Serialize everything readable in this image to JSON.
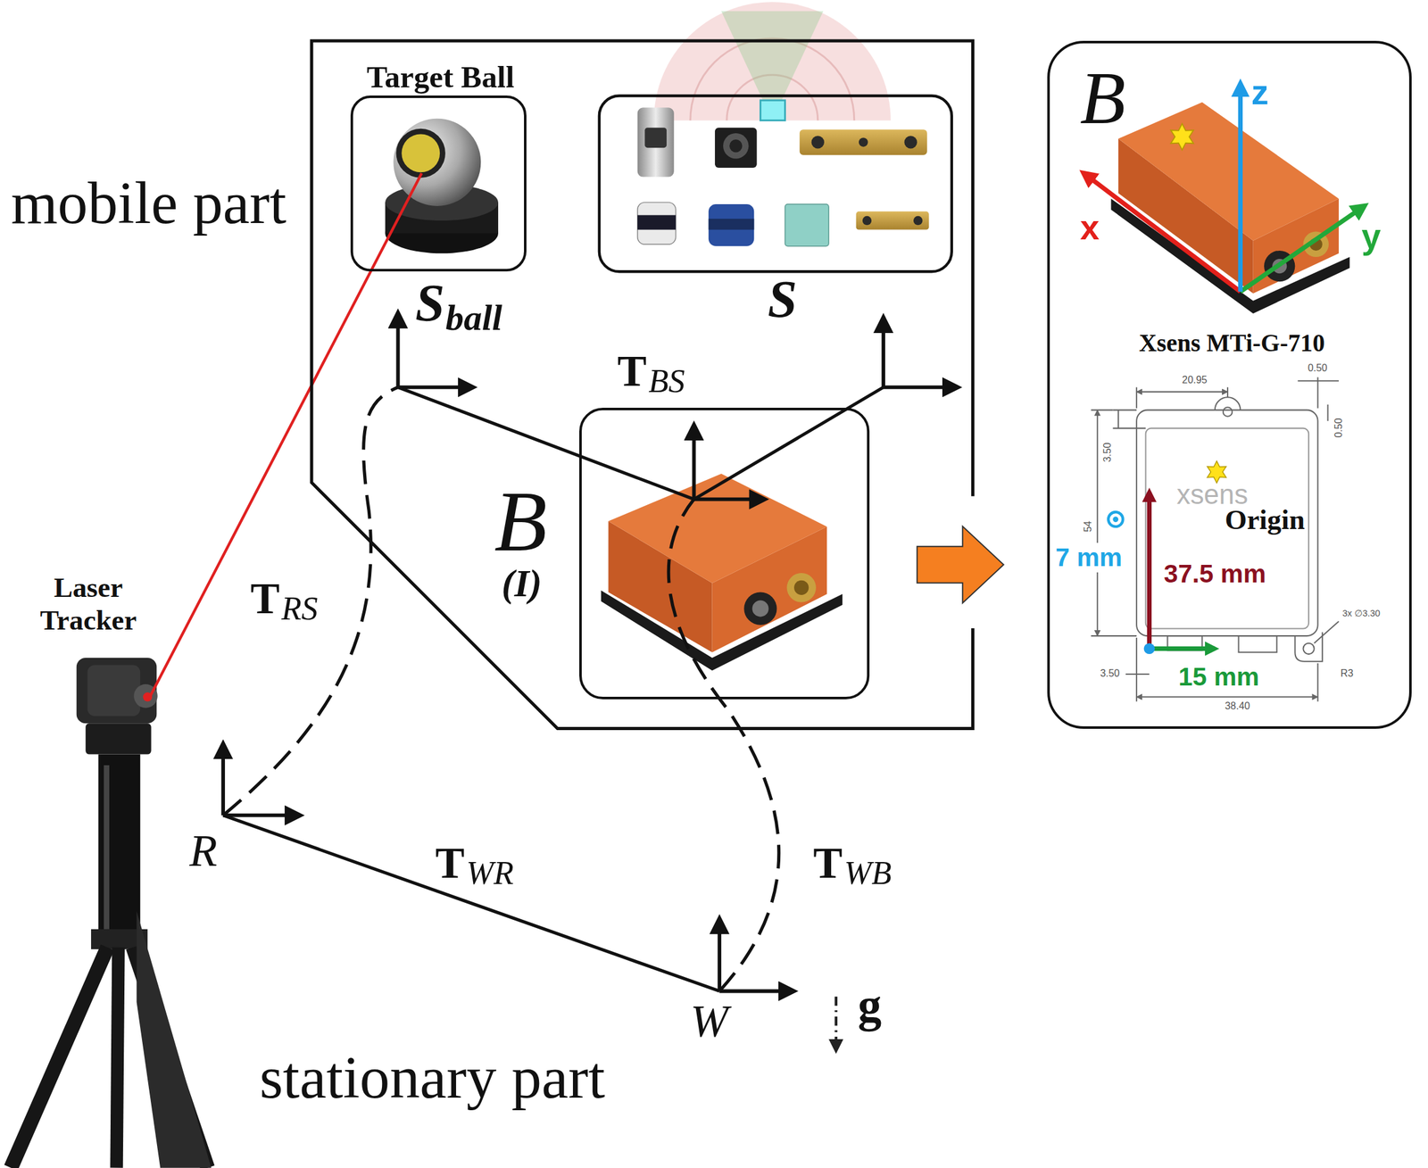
{
  "diagram": {
    "nodes": [
      {
        "text": [
          "mobile part"
        ]
      },
      {
        "text": [
          "Target Ball"
        ],
        "in": 0
      },
      {
        "text": [
          "B",
          "(I)"
        ],
        "in": 0
      },
      {
        "text": [
          "B",
          "Xsens MTi-G-710"
        ]
      }
    ],
    "edges": [
      {
        "from": 2,
        "to": 3,
        "arrow": "to"
      }
    ],
    "labels": [
      "S",
      "ball",
      "S",
      "T",
      "BS",
      "T",
      "RS",
      "T",
      "WR",
      "T",
      "WB",
      "R",
      "W",
      "g",
      "stationary part",
      "Laser Tracker",
      "x",
      "y",
      "z",
      "20.95",
      "0.50",
      "3.50",
      "0.50",
      "xsens",
      "Origin",
      "54",
      "7 mm",
      "37.5 mm",
      "3x ∅3.30",
      "3.50",
      "15 mm",
      "R3",
      "38.40"
    ]
  }
}
